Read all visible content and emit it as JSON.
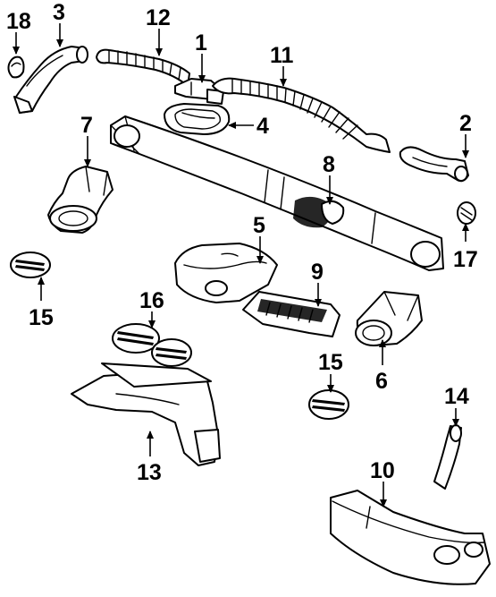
{
  "diagram": {
    "callouts": [
      {
        "id": "label-1",
        "text": "1"
      },
      {
        "id": "label-2",
        "text": "2"
      },
      {
        "id": "label-3",
        "text": "3"
      },
      {
        "id": "label-4",
        "text": "4"
      },
      {
        "id": "label-5",
        "text": "5"
      },
      {
        "id": "label-6",
        "text": "6"
      },
      {
        "id": "label-7",
        "text": "7"
      },
      {
        "id": "label-8",
        "text": "8"
      },
      {
        "id": "label-9",
        "text": "9"
      },
      {
        "id": "label-10",
        "text": "10"
      },
      {
        "id": "label-11",
        "text": "11"
      },
      {
        "id": "label-12",
        "text": "12"
      },
      {
        "id": "label-13",
        "text": "13"
      },
      {
        "id": "label-14",
        "text": "14"
      },
      {
        "id": "label-15a",
        "text": "15"
      },
      {
        "id": "label-15b",
        "text": "15"
      },
      {
        "id": "label-16",
        "text": "16"
      },
      {
        "id": "label-17",
        "text": "17"
      },
      {
        "id": "label-18",
        "text": "18"
      }
    ]
  }
}
